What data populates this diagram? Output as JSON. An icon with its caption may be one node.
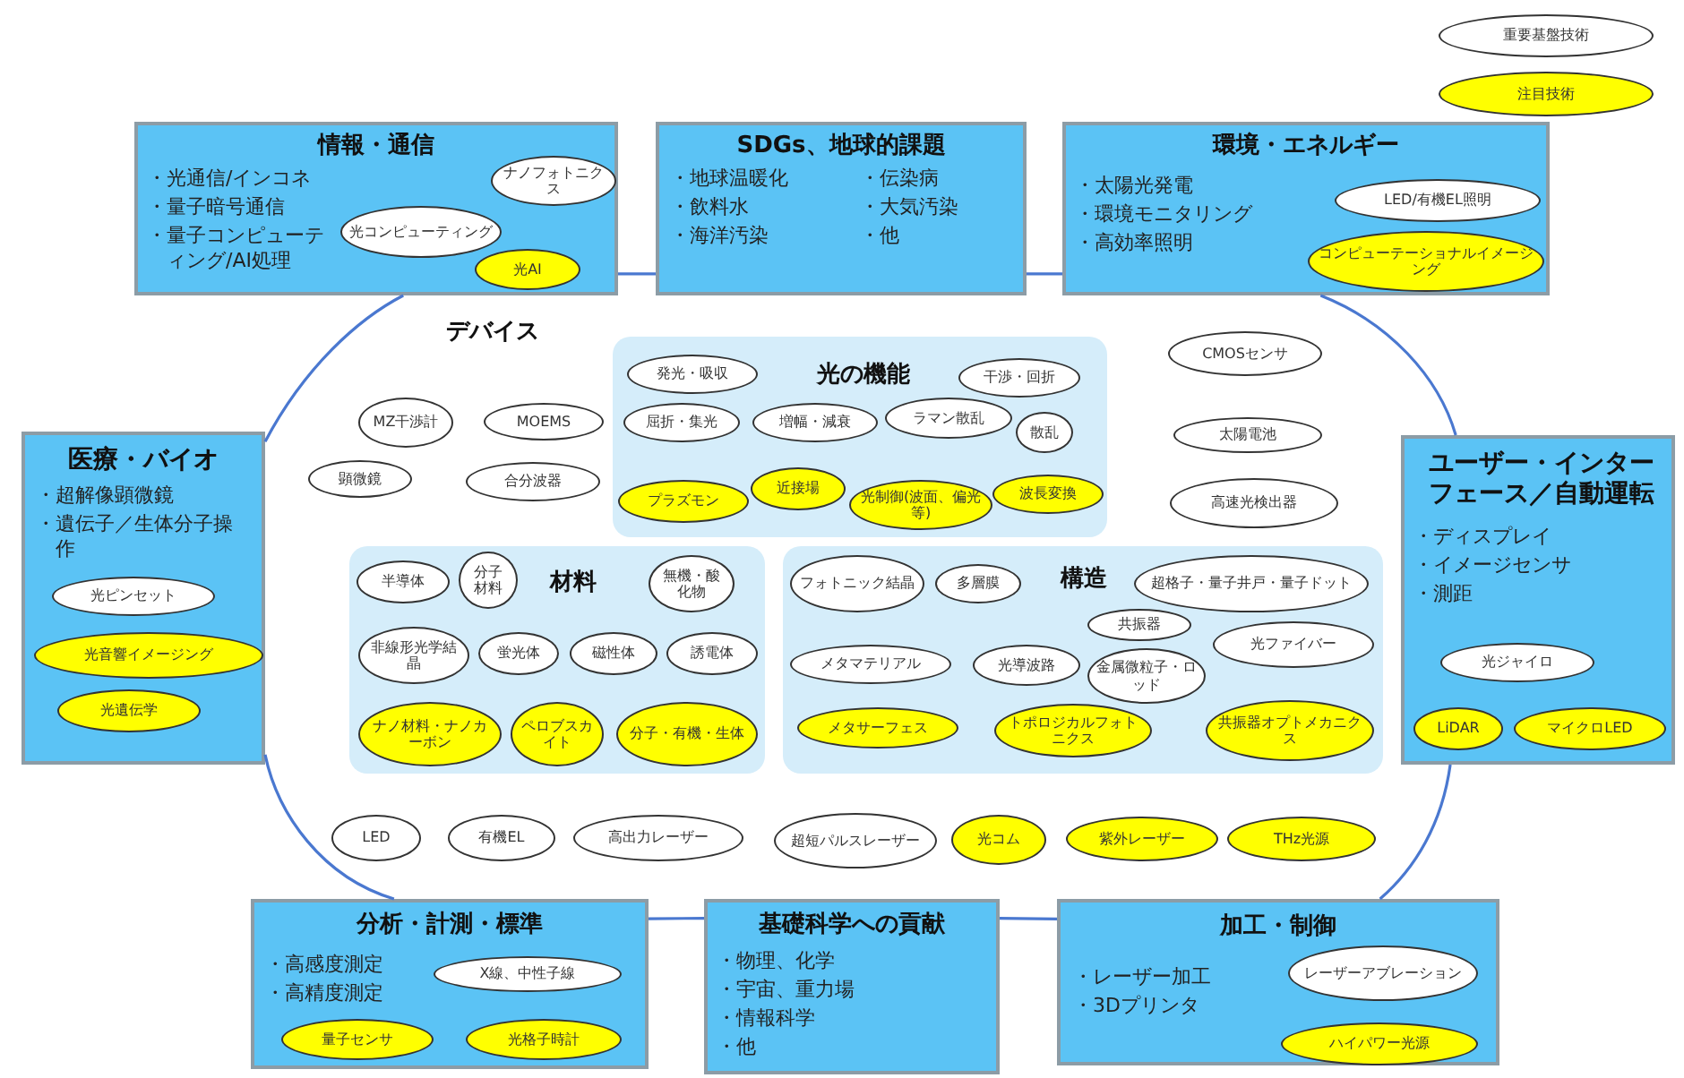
{
  "diagram": {
    "nodes": [
      {
        "text": [
          "情報・通信",
          "・光通信/インコネ",
          "・量子暗号通信",
          "・量子コンピューティング/AI処理"
        ]
      },
      {
        "text": [
          "ナノフォトニクス"
        ],
        "in": 0
      },
      {
        "text": [
          "光コンピューティング"
        ],
        "in": 0
      },
      {
        "text": [
          "光AI"
        ],
        "in": 0
      },
      {
        "text": [
          "SDGs、地球的課題",
          "・地球温暖化",
          "・飲料水",
          "・海洋汚染",
          "・伝染病",
          "・大気汚染",
          "・他"
        ]
      },
      {
        "text": [
          "環境・エネルギー",
          "・太陽光発電",
          "・環境モニタリング",
          "・高効率照明"
        ]
      },
      {
        "text": [
          "LED/有機EL照明"
        ],
        "in": 5
      },
      {
        "text": [
          "コンピューテーショナルイメージング"
        ],
        "in": 5
      },
      {
        "text": [
          "医療・バイオ",
          "・超解像顕微鏡",
          "・遺伝子／生体分子操作"
        ]
      },
      {
        "text": [
          "光ピンセット"
        ],
        "in": 8
      },
      {
        "text": [
          "光音響イメージング"
        ],
        "in": 8
      },
      {
        "text": [
          "光遺伝学"
        ],
        "in": 8
      },
      {
        "text": [
          "光の機能"
        ]
      },
      {
        "text": [
          "発光・吸収"
        ],
        "in": 12
      },
      {
        "text": [
          "干渉・回折"
        ],
        "in": 12
      },
      {
        "text": [
          "屈折・集光"
        ],
        "in": 12
      },
      {
        "text": [
          "増幅・減衰"
        ],
        "in": 12
      },
      {
        "text": [
          "ラマン散乱"
        ],
        "in": 12
      },
      {
        "text": [
          "散乱"
        ],
        "in": 12
      },
      {
        "text": [
          "プラズモン"
        ],
        "in": 12
      },
      {
        "text": [
          "近接場"
        ],
        "in": 12
      },
      {
        "text": [
          "光制御(波面、偏光等)"
        ],
        "in": 12
      },
      {
        "text": [
          "波長変換"
        ],
        "in": 12
      },
      {
        "text": [
          "MZ干渉計"
        ]
      },
      {
        "text": [
          "MOEMS"
        ]
      },
      {
        "text": [
          "顕微鏡"
        ]
      },
      {
        "text": [
          "合分波器"
        ]
      },
      {
        "text": [
          "CMOSセンサ"
        ]
      },
      {
        "text": [
          "太陽電池"
        ]
      },
      {
        "text": [
          "高速光検出器"
        ]
      },
      {
        "text": [
          "ユーザー・インターフェース／自動運転",
          "・ディスプレイ",
          "・イメージセンサ",
          "・測距"
        ]
      },
      {
        "text": [
          "光ジャイロ"
        ],
        "in": 30
      },
      {
        "text": [
          "LiDAR"
        ],
        "in": 30
      },
      {
        "text": [
          "マイクロLED"
        ],
        "in": 30
      },
      {
        "text": [
          "材料"
        ]
      },
      {
        "text": [
          "半導体"
        ],
        "in": 34
      },
      {
        "text": [
          "分子材料"
        ],
        "in": 34
      },
      {
        "text": [
          "無機・酸化物"
        ],
        "in": 34
      },
      {
        "text": [
          "非線形光学結晶"
        ],
        "in": 34
      },
      {
        "text": [
          "蛍光体"
        ],
        "in": 34
      },
      {
        "text": [
          "磁性体"
        ],
        "in": 34
      },
      {
        "text": [
          "誘電体"
        ],
        "in": 34
      },
      {
        "text": [
          "ナノ材料・ナノカーボン"
        ],
        "in": 34
      },
      {
        "text": [
          "ペロブスカイト"
        ],
        "in": 34
      },
      {
        "text": [
          "分子・有機・生体"
        ],
        "in": 34
      },
      {
        "text": [
          "構造"
        ]
      },
      {
        "text": [
          "フォトニック結晶"
        ],
        "in": 45
      },
      {
        "text": [
          "多層膜"
        ],
        "in": 45
      },
      {
        "text": [
          "超格子・量子井戸・量子ドット"
        ],
        "in": 45
      },
      {
        "text": [
          "共振器"
        ],
        "in": 45
      },
      {
        "text": [
          "光ファイバー"
        ],
        "in": 45
      },
      {
        "text": [
          "メタマテリアル"
        ],
        "in": 45
      },
      {
        "text": [
          "光導波路"
        ],
        "in": 45
      },
      {
        "text": [
          "金属微粒子・ロッド"
        ],
        "in": 45
      },
      {
        "text": [
          "メタサーフェス"
        ],
        "in": 45
      },
      {
        "text": [
          "トポロジカルフォトニクス"
        ],
        "in": 45
      },
      {
        "text": [
          "共振器オプトメカニクス"
        ],
        "in": 45
      },
      {
        "text": [
          "LED"
        ]
      },
      {
        "text": [
          "有機EL"
        ]
      },
      {
        "text": [
          "高出力レーザー"
        ]
      },
      {
        "text": [
          "超短パルスレーザー"
        ]
      },
      {
        "text": [
          "光コム"
        ]
      },
      {
        "text": [
          "紫外レーザー"
        ]
      },
      {
        "text": [
          "THz光源"
        ]
      },
      {
        "text": [
          "分析・計測・標準",
          "・高感度測定",
          "・高精度測定"
        ]
      },
      {
        "text": [
          "X線、中性子線"
        ],
        "in": 64
      },
      {
        "text": [
          "量子センサ"
        ],
        "in": 64
      },
      {
        "text": [
          "光格子時計"
        ],
        "in": 64
      },
      {
        "text": [
          "基礎科学への貢献",
          "・物理、化学",
          "・宇宙、重力場",
          "・情報科学",
          "・他"
        ]
      },
      {
        "text": [
          "加工・制御",
          "・レーザー加工",
          "・3Dプリンタ"
        ]
      },
      {
        "text": [
          "レーザーアブレーション"
        ],
        "in": 69
      },
      {
        "text": [
          "ハイパワー光源"
        ],
        "in": 69
      }
    ],
    "edges": [
      {
        "from": 0,
        "to": 4,
        "arrow": "none"
      },
      {
        "from": 4,
        "to": 5,
        "arrow": "none"
      },
      {
        "from": 5,
        "to": 30,
        "arrow": "none"
      },
      {
        "from": 30,
        "to": 69,
        "arrow": "none"
      },
      {
        "from": 69,
        "to": 68,
        "arrow": "none"
      },
      {
        "from": 68,
        "to": 64,
        "arrow": "none"
      },
      {
        "from": 64,
        "to": 8,
        "arrow": "none"
      },
      {
        "from": 8,
        "to": 0,
        "arrow": "none"
      }
    ],
    "labels": [
      "デバイス"
    ],
    "legend": [
      {
        "text": "重要基盤技術",
        "color": "#ffffff"
      },
      {
        "text": "注目技術",
        "color": "#ffff00"
      }
    ]
  }
}
